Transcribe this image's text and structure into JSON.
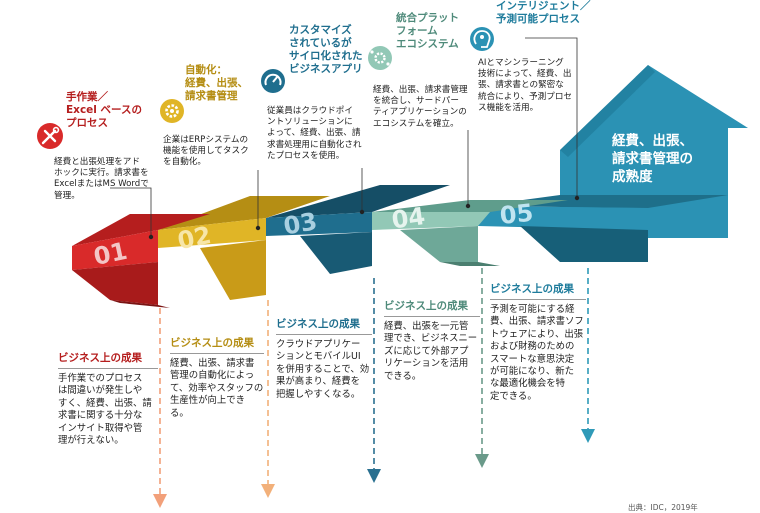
{
  "colors": {
    "step1": "#d92a2a",
    "step2": "#e0b526",
    "step3": "#1f6e8e",
    "step4": "#92c8b6",
    "step5": "#2b92b4",
    "arrow1": "#f2a07a",
    "arrow2": "#f2b07a",
    "arrow3": "#2a7090",
    "arrow4": "#6a9a8a",
    "arrow5": "#2f9ab8"
  },
  "steps": [
    {
      "number": "01",
      "icon": "wrench-screwdriver-icon",
      "title_lines": [
        "手作業／",
        "Excel ベースの",
        "プロセス"
      ],
      "desc_lines": [
        "経費と出張処理をアド",
        "ホックに実行。請求書を",
        "ExcelまたはMS Wordで",
        "管理。"
      ],
      "biz_title": "ビジネス上の成果",
      "biz_lines": [
        "手作業でのプロセス",
        "は間違いが発生しや",
        "すく、経費、出張、請",
        "求書に関する十分な",
        "インサイト取得や管",
        "理が行えない。"
      ]
    },
    {
      "number": "02",
      "icon": "gear-icon",
      "title_lines": [
        "自動化：",
        "経費、出張、",
        "請求書管理"
      ],
      "desc_lines": [
        "企業はERPシステムの",
        "機能を使用してタスク",
        "を自動化。"
      ],
      "biz_title": "ビジネス上の成果",
      "biz_lines": [
        "経費、出張、請求書",
        "管理の自動化によっ",
        "て、効率やスタッフの",
        "生産性が向上でき",
        "る。"
      ]
    },
    {
      "number": "03",
      "icon": "gauge-icon",
      "title_lines": [
        "カスタマイズ",
        "されているが",
        "サイロ化された",
        "ビジネスアプリ"
      ],
      "desc_lines": [
        "従業員はクラウドポイ",
        "ントソリューションに",
        "よって、経費、出張、請",
        "求書処理用に自動化され",
        "たプロセスを使用。"
      ],
      "biz_title": "ビジネス上の成果",
      "biz_lines": [
        "クラウドアプリケー",
        "ションとモバイルUI",
        "を併用することで、効",
        "果が高まり、経費を",
        "把握しやすくなる。"
      ]
    },
    {
      "number": "04",
      "icon": "gear-network-icon",
      "title_lines": [
        "統合プラット",
        "フォーム",
        "エコシステム"
      ],
      "desc_lines": [
        "経費、出張、請求書管理",
        "を統合し、サードパー",
        "ティアプリケーションの",
        "エコシステムを確立。"
      ],
      "biz_title": "ビジネス上の成果",
      "biz_lines": [
        "経費、出張を一元管",
        "理でき、ビジネスニー",
        "ズに応じて外部アプ",
        "リケーションを活用",
        "できる。"
      ]
    },
    {
      "number": "05",
      "icon": "ai-brain-icon",
      "title_lines": [
        "インテリジェント／",
        "予測可能プロセス"
      ],
      "desc_lines": [
        "AIとマシンラーニング",
        "技術によって、経費、出",
        "張、請求書との緊密な",
        "統合により、予測プロセ",
        "ス機能を活用。"
      ],
      "biz_title": "ビジネス上の成果",
      "biz_lines": [
        "予測を可能にする経",
        "費、出張、請求書ソフ",
        "トウェアにより、出張",
        "および財務のための",
        "スマートな意思決定",
        "が可能になり、新た",
        "な最適化機会を特",
        "定できる。"
      ]
    }
  ],
  "house_label_lines": [
    "経費、出張、",
    "請求書管理の",
    "成熟度"
  ],
  "source": "出典：IDC，2019年"
}
